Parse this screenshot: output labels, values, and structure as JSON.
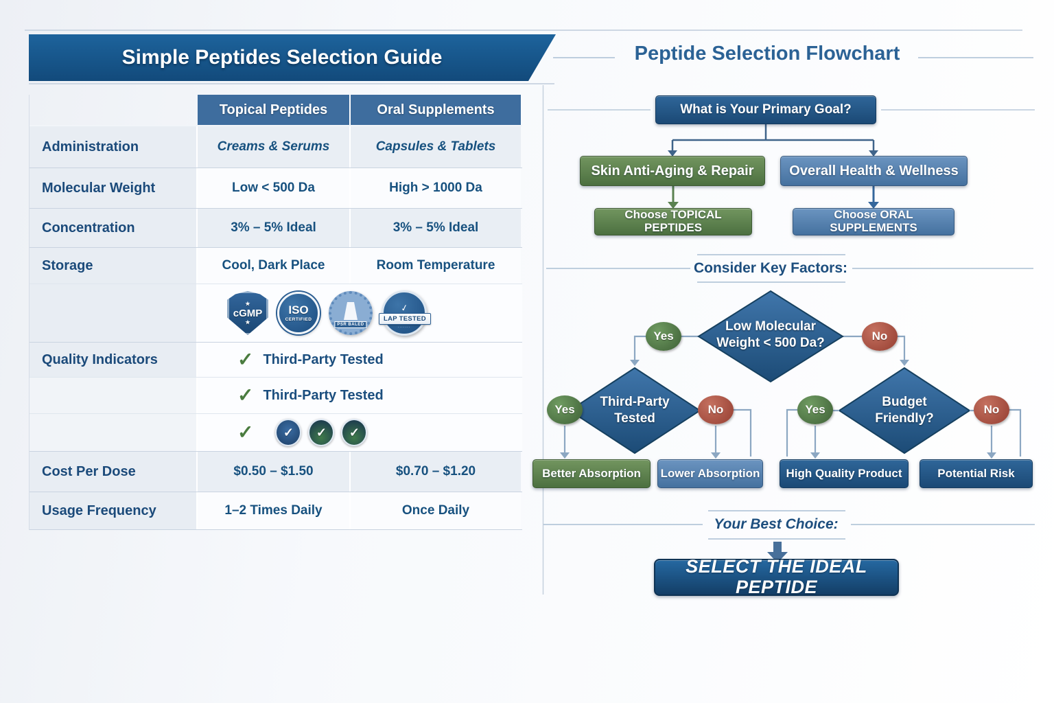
{
  "colors": {
    "banner_blue": "#134a7b",
    "header_blue": "#3e6d9e",
    "navy_text": "#1b4e7e",
    "green_node": "#4c7040",
    "mid_blue_node": "#45719f",
    "dark_blue_node": "#1b4975",
    "yes_green": "#3e6036",
    "no_red": "#953e31",
    "line_light": "#8ca7c2",
    "line_dark": "#3f648a"
  },
  "icons": {
    "check_glyph": "✓",
    "star_glyph": "★",
    "bird_glyph": "✓"
  },
  "left_panel": {
    "title": "Simple Peptides Selection Guide",
    "table": {
      "col1": "Topical Peptides",
      "col2": "Oral Supplements",
      "administration": {
        "label": "Administration",
        "topical": "Creams & Serums",
        "oral": "Capsules & Tablets"
      },
      "molecular_weight": {
        "label": "Molecular Weight",
        "topical": "Low < 500 Da",
        "oral": "High > 1000 Da"
      },
      "concentration": {
        "label": "Concentration",
        "topical": "3% – 5% Ideal",
        "oral": "3% – 5% Ideal"
      },
      "storage": {
        "label": "Storage",
        "topical": "Cool, Dark Place",
        "oral": "Room Temperature"
      },
      "badges": {
        "cgmp": "cGMP",
        "iso_line1": "ISO",
        "iso_line2": "CERTIFIED",
        "seal_banner": "PSR BALED",
        "lab_ribbon": "LAP TESTED"
      },
      "quality": {
        "label": "Quality Indicators",
        "item1": "Third-Party Tested",
        "item2": "Third-Party Tested"
      },
      "cost": {
        "label": "Cost Per Dose",
        "topical": "$0.50 – $1.50",
        "oral": "$0.70 – $1.20"
      },
      "usage": {
        "label": "Usage Frequency",
        "topical": "1–2 Times Daily",
        "oral": "Once Daily"
      }
    }
  },
  "flowchart": {
    "title": "Peptide Selection Flowchart",
    "root": "What is Your Primary Goal?",
    "goal_left": "Skin Anti-Aging & Repair",
    "goal_right": "Overall Health & Wellness",
    "choose_left": "Choose TOPICAL PEPTIDES",
    "choose_right": "Choose ORAL SUPPLEMENTS",
    "section_factors": "Consider Key Factors:",
    "d1_line1": "Low Molecular",
    "d1_line2": "Weight < 500 Da?",
    "d2_line1": "Third-Party",
    "d2_line2": "Tested",
    "d3_line1": "Budget",
    "d3_line2": "Friendly?",
    "yes": "Yes",
    "no": "No",
    "result_better": "Better Absorption",
    "result_lower": "Lower Absorption",
    "result_quality": "High Quality Product",
    "result_risk": "Potential Risk",
    "section_choice": "Your Best Choice:",
    "final": "SELECT THE IDEAL PEPTIDE"
  }
}
